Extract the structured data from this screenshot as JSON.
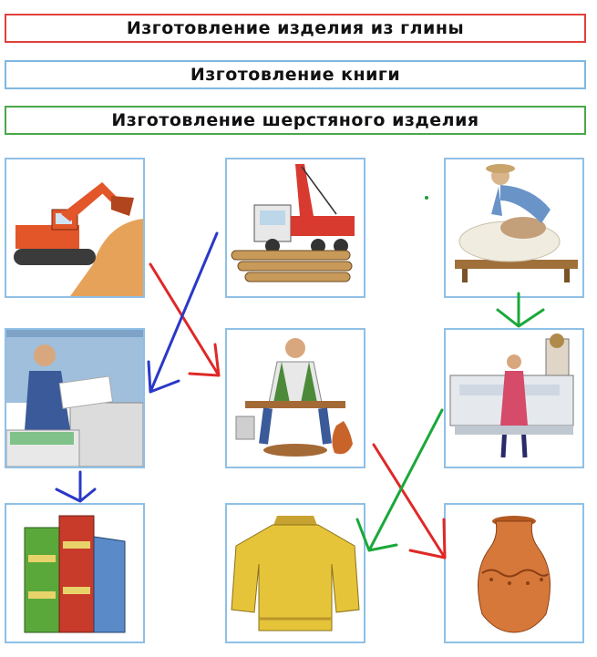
{
  "headers": {
    "clay": "Изготовление изделия из глины",
    "book": "Изготовление книги",
    "wool": "Изготовление шерстяного изделия"
  },
  "tiles": [
    {
      "name": "excavator-tile",
      "icon": "excavator-icon"
    },
    {
      "name": "crane-logs-tile",
      "icon": "crane-truck-icon"
    },
    {
      "name": "sheep-shearing-tile",
      "icon": "sheep-shearing-icon"
    },
    {
      "name": "printing-tile",
      "icon": "printing-press-icon"
    },
    {
      "name": "potter-tile",
      "icon": "potter-wheel-icon"
    },
    {
      "name": "weaving-tile",
      "icon": "weaving-loom-icon"
    },
    {
      "name": "books-tile",
      "icon": "books-icon"
    },
    {
      "name": "sweater-tile",
      "icon": "sweater-icon"
    },
    {
      "name": "vase-tile",
      "icon": "clay-vase-icon"
    }
  ],
  "colors": {
    "clay_arrow": "#e02828",
    "book_arrow": "#2a38c8",
    "wool_arrow": "#1aa83a"
  }
}
